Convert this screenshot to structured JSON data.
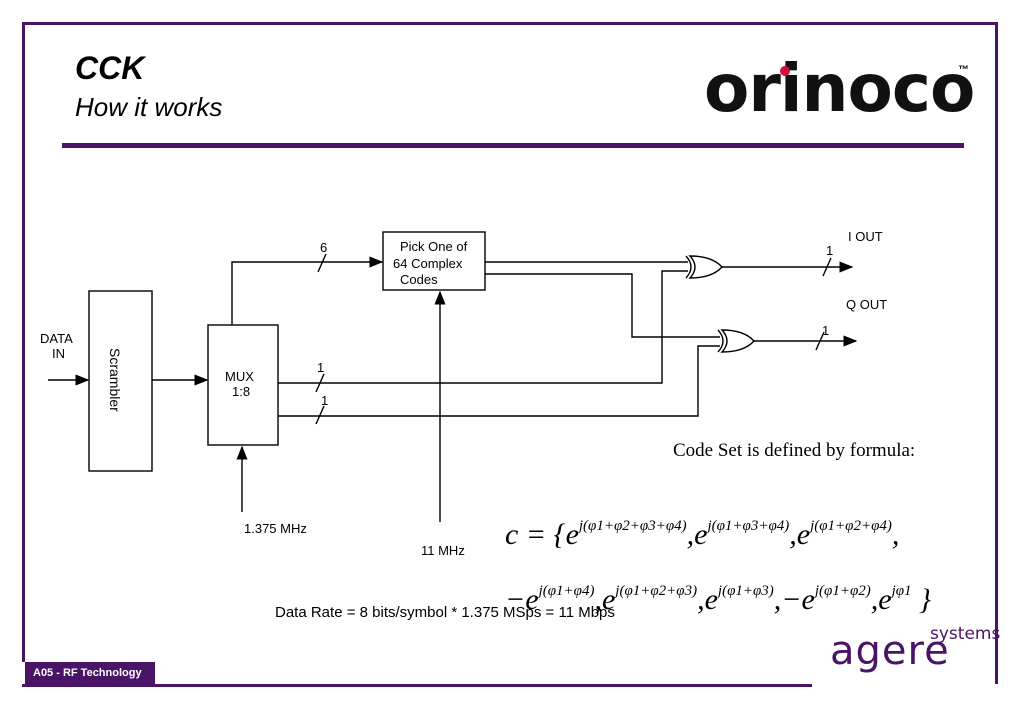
{
  "slide": {
    "title": "CCK",
    "subtitle": "How it works",
    "footer": "A05 -  RF Technology",
    "logo_top": "orinoco",
    "logo_tm": "™",
    "logo_bottom_main": "agere",
    "logo_bottom_sub": "systems"
  },
  "diagram": {
    "data_in": [
      "DATA",
      "IN"
    ],
    "scrambler": "Scrambler",
    "mux": [
      "MUX",
      "1:8"
    ],
    "pick": [
      "Pick One of",
      "64 Complex",
      "Codes"
    ],
    "bus_6": "6",
    "bus_1a": "1",
    "bus_1b": "1",
    "bus_i": "1",
    "bus_q": "1",
    "i_out": "I OUT",
    "q_out": "Q OUT",
    "clk_mux": "1.375 MHz",
    "clk_pick": "11 MHz"
  },
  "formula": {
    "caption": "Code Set is defined by formula:",
    "line1_prefix": "c = {",
    "line1_terms": [
      "j(φ1+φ2+φ3+φ4)",
      "j(φ1+φ3+φ4)",
      "j(φ1+φ2+φ4)"
    ],
    "line2_terms": [
      "j(φ1+φ4)",
      "j(φ1+φ2+φ3)",
      "j(φ1+φ3)",
      "j(φ1+φ2)",
      "jφ1"
    ],
    "line1_suffix": ",",
    "line2_suffix": "}"
  },
  "data_rate": "Data Rate = 8 bits/symbol * 1.375 MSps = 11 Mbps",
  "colors": {
    "accent": "#4a1466",
    "logo_dot": "#d0103a"
  }
}
